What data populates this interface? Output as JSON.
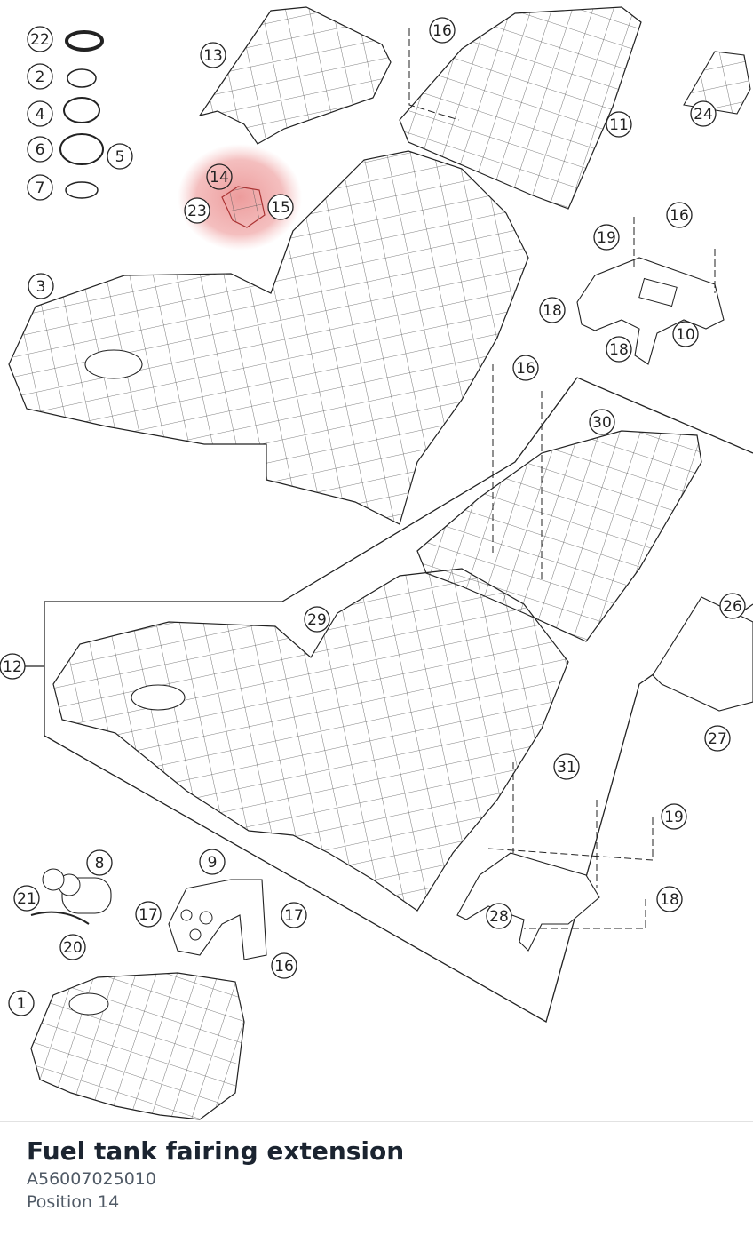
{
  "callouts": [
    {
      "id": "c22",
      "label": "22"
    },
    {
      "id": "c2",
      "label": "2"
    },
    {
      "id": "c4",
      "label": "4"
    },
    {
      "id": "c6",
      "label": "6"
    },
    {
      "id": "c5",
      "label": "5"
    },
    {
      "id": "c7",
      "label": "7"
    },
    {
      "id": "c13",
      "label": "13"
    },
    {
      "id": "c16a",
      "label": "16"
    },
    {
      "id": "c11",
      "label": "11"
    },
    {
      "id": "c24",
      "label": "24"
    },
    {
      "id": "c14",
      "label": "14"
    },
    {
      "id": "c15",
      "label": "15"
    },
    {
      "id": "c23",
      "label": "23"
    },
    {
      "id": "c16b",
      "label": "16"
    },
    {
      "id": "c19a",
      "label": "19"
    },
    {
      "id": "c3",
      "label": "3"
    },
    {
      "id": "c18a",
      "label": "18"
    },
    {
      "id": "c10",
      "label": "10"
    },
    {
      "id": "c18b",
      "label": "18"
    },
    {
      "id": "c16c",
      "label": "16"
    },
    {
      "id": "c30",
      "label": "30"
    },
    {
      "id": "c29",
      "label": "29"
    },
    {
      "id": "c12",
      "label": "12"
    },
    {
      "id": "c26",
      "label": "26"
    },
    {
      "id": "c27",
      "label": "27"
    },
    {
      "id": "c31",
      "label": "31"
    },
    {
      "id": "c19b",
      "label": "19"
    },
    {
      "id": "c8",
      "label": "8"
    },
    {
      "id": "c9",
      "label": "9"
    },
    {
      "id": "c21",
      "label": "21"
    },
    {
      "id": "c17a",
      "label": "17"
    },
    {
      "id": "c17b",
      "label": "17"
    },
    {
      "id": "c18c",
      "label": "18"
    },
    {
      "id": "c28",
      "label": "28"
    },
    {
      "id": "c20",
      "label": "20"
    },
    {
      "id": "c16d",
      "label": "16"
    },
    {
      "id": "c1",
      "label": "1"
    }
  ],
  "selected_callout": "14",
  "highlight_color": "#e98a8a",
  "part": {
    "title": "Fuel tank fairing extension",
    "number": "A56007025010",
    "position": "Position 14"
  }
}
